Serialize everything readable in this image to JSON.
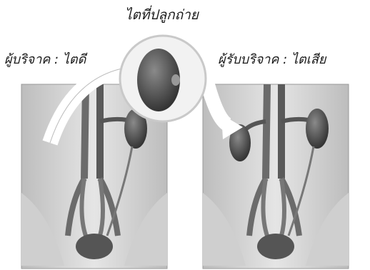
{
  "diagram": {
    "title": "ไตที่ปลูกถ่าย",
    "donor_label": "ผู้บริจาค : ไตดี",
    "recipient_label": "ผู้รับบริจาค : ไตเสีย"
  },
  "colors": {
    "body_panel": "#d7d7d7",
    "kidney": "#4a4a4a",
    "vessel": "#6b6b6b",
    "arrow": "#e8e8e8"
  },
  "icons": [
    "kidney-icon",
    "curved-arrow-icon"
  ]
}
